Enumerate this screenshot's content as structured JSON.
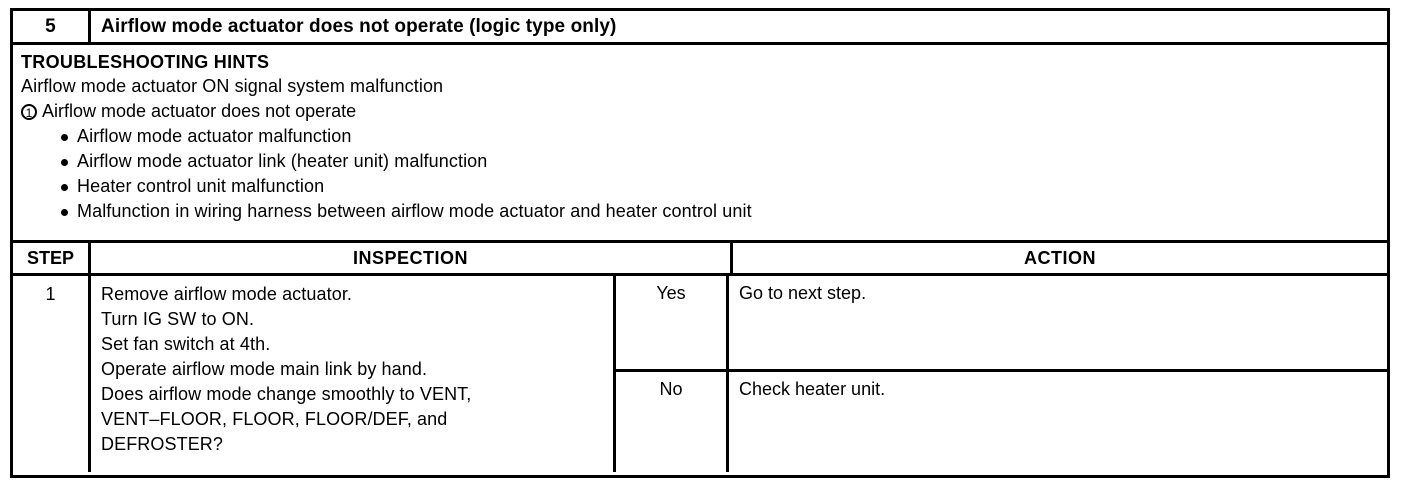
{
  "chart": {
    "number": "5",
    "title": "Airflow mode actuator does not operate (logic type only)",
    "hints": {
      "heading": "TROUBLESHOOTING HINTS",
      "summary": "Airflow mode actuator ON signal system malfunction",
      "item_marker": "1",
      "item_text": "Airflow mode actuator does not operate",
      "causes": [
        "Airflow mode actuator malfunction",
        "Airflow mode actuator link (heater unit) malfunction",
        "Heater control unit malfunction",
        "Malfunction in wiring harness between airflow mode actuator and heater control unit"
      ]
    },
    "columns": {
      "step": "STEP",
      "inspection": "INSPECTION",
      "action": "ACTION"
    },
    "rows": [
      {
        "step": "1",
        "inspection_lines": [
          "Remove airflow mode actuator.",
          "Turn IG SW to ON.",
          "Set fan switch at 4th.",
          "Operate airflow mode main link by hand.",
          "Does airflow mode change smoothly to VENT,",
          "VENT–FLOOR, FLOOR, FLOOR/DEF, and",
          "DEFROSTER?"
        ],
        "outcomes": [
          {
            "answer": "Yes",
            "action": "Go to next step."
          },
          {
            "answer": "No",
            "action": "Check heater unit."
          }
        ]
      }
    ]
  }
}
